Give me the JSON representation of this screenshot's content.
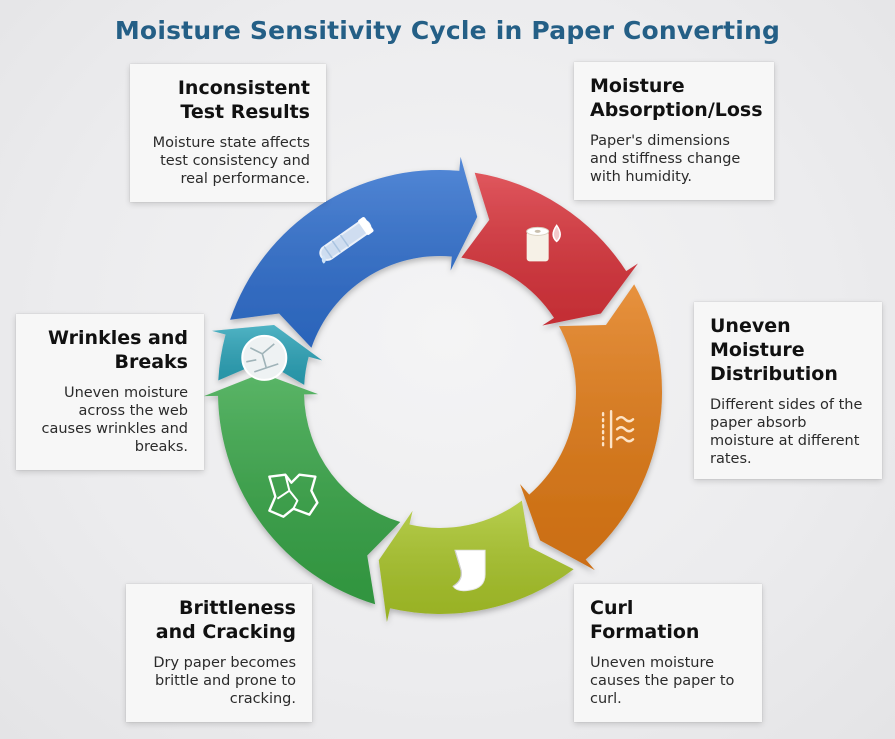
{
  "title": "Moisture Sensitivity Cycle in Paper Converting",
  "cards": [
    {
      "heading": "Inconsistent Test Results",
      "text": "Moisture state affects test consistency and real performance."
    },
    {
      "heading": "Moisture Absorption/Loss",
      "text": "Paper's dimensions and stiffness change with humidity."
    },
    {
      "heading": "Uneven Moisture Distribution",
      "text": "Different sides of the paper absorb moisture at different rates."
    },
    {
      "heading": "Curl Formation",
      "text": "Uneven moisture causes the paper to curl."
    },
    {
      "heading": "Brittleness and Cracking",
      "text": "Dry paper becomes brittle and prone to cracking."
    },
    {
      "heading": "Wrinkles and Breaks",
      "text": "Uneven moisture across the web causes wrinkles and breaks."
    }
  ],
  "segments": [
    {
      "name": "Inconsistent Test Results",
      "color": "#2f6fcf",
      "icon": "test-tube-icon"
    },
    {
      "name": "Moisture Absorption/Loss",
      "color": "#d9323a",
      "icon": "paper-roll-droplet-icon"
    },
    {
      "name": "Uneven Moisture Distribution",
      "color": "#e27a14",
      "icon": "moisture-waves-icon"
    },
    {
      "name": "Curl Formation",
      "color": "#a9c528",
      "icon": "curled-paper-icon"
    },
    {
      "name": "Brittleness and Cracking",
      "color": "#36a546",
      "icon": "cracked-paper-icon"
    },
    {
      "name": "Wrinkles and Breaks",
      "color": "#2aa3b8",
      "icon": "crumpled-paper-icon"
    }
  ]
}
